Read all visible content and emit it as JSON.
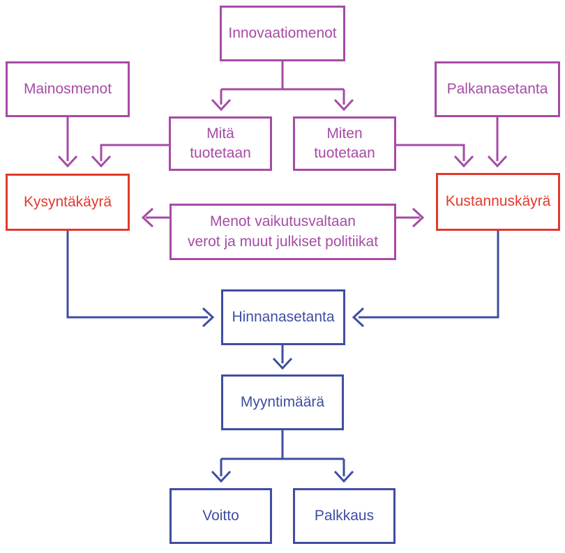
{
  "diagram": {
    "type": "flowchart",
    "language": "Finnish",
    "colors": {
      "purple": "#a54ca5",
      "red": "#e2392b",
      "blue": "#3f4da1",
      "background": "#ffffff"
    },
    "nodes": {
      "innovaatiomenot": {
        "label": "Innovaatiomenot",
        "color": "purple"
      },
      "mainosmenot": {
        "label": "Mainosmenot",
        "color": "purple"
      },
      "palkanasetanta": {
        "label": "Palkanasetanta",
        "color": "purple"
      },
      "mita_tuotetaan": {
        "line1": "Mitä",
        "line2": "tuotetaan",
        "color": "purple"
      },
      "miten_tuotetaan": {
        "line1": "Miten",
        "line2": "tuotetaan",
        "color": "purple"
      },
      "kysyntakayra": {
        "label": "Kysyntäkäyrä",
        "color": "red"
      },
      "kustannuskayra": {
        "label": "Kustannuskäyrä",
        "color": "red"
      },
      "menot_vaikutusvaltaan": {
        "line1": "Menot vaikutusvaltaan",
        "line2": "verot ja muut julkiset politiikat",
        "color": "purple"
      },
      "hinnanasetanta": {
        "label": "Hinnanasetanta",
        "color": "blue"
      },
      "myyntimaara": {
        "label": "Myyntimäärä",
        "color": "blue"
      },
      "voitto": {
        "label": "Voitto",
        "color": "blue"
      },
      "palkkaus": {
        "label": "Palkkaus",
        "color": "blue"
      }
    },
    "edges": [
      {
        "from": "innovaatiomenot",
        "to": "mita_tuotetaan",
        "color": "purple"
      },
      {
        "from": "innovaatiomenot",
        "to": "miten_tuotetaan",
        "color": "purple"
      },
      {
        "from": "mainosmenot",
        "to": "kysyntakayra",
        "color": "purple"
      },
      {
        "from": "mita_tuotetaan",
        "to": "kysyntakayra",
        "color": "purple"
      },
      {
        "from": "palkanasetanta",
        "to": "kustannuskayra",
        "color": "purple"
      },
      {
        "from": "miten_tuotetaan",
        "to": "kustannuskayra",
        "color": "purple"
      },
      {
        "from": "menot_vaikutusvaltaan",
        "to": "kysyntakayra",
        "color": "purple"
      },
      {
        "from": "menot_vaikutusvaltaan",
        "to": "kustannuskayra",
        "color": "purple"
      },
      {
        "from": "kysyntakayra",
        "to": "hinnanasetanta",
        "color": "blue"
      },
      {
        "from": "kustannuskayra",
        "to": "hinnanasetanta",
        "color": "blue"
      },
      {
        "from": "hinnanasetanta",
        "to": "myyntimaara",
        "color": "blue"
      },
      {
        "from": "myyntimaara",
        "to": "voitto",
        "color": "blue"
      },
      {
        "from": "myyntimaara",
        "to": "palkkaus",
        "color": "blue"
      }
    ]
  }
}
